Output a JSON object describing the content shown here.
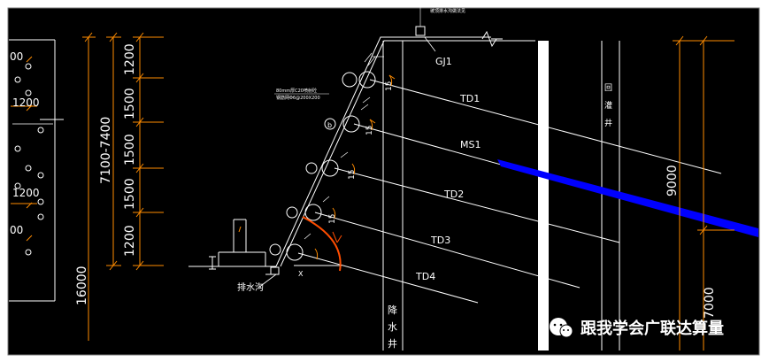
{
  "drawing": {
    "background_color": "#000000",
    "line_color": "#ffffff",
    "dim_color": "#ff8c00",
    "annot_color": "#ff4d00",
    "pipe_color": "#0000ff"
  },
  "left_panel": {
    "dims": [
      "00",
      "1200",
      "1200",
      "00"
    ]
  },
  "dimensions": {
    "inner_total": "7100-7400",
    "segments": [
      "1200",
      "1500",
      "1500",
      "1500",
      "1200"
    ],
    "outer_total": "16000",
    "right_upper": "9000",
    "right_lower": "7000"
  },
  "labels": {
    "gj1": "GJ1",
    "td1": "TD1",
    "ms1": "MS1",
    "td2": "TD2",
    "td3": "TD3",
    "td4": "TD4",
    "angle": "15",
    "drain_ditch": "排水沟",
    "dewatering_well": "降水井",
    "recharge_well": "回灌井",
    "spray_note_1": "80mm厚C20喷射砼",
    "spray_note_2": "钢筋网Φ6@200X200",
    "top_note": "坡顶排水沟做法见"
  },
  "watermark": {
    "text": "跟我学会广联达算量"
  }
}
